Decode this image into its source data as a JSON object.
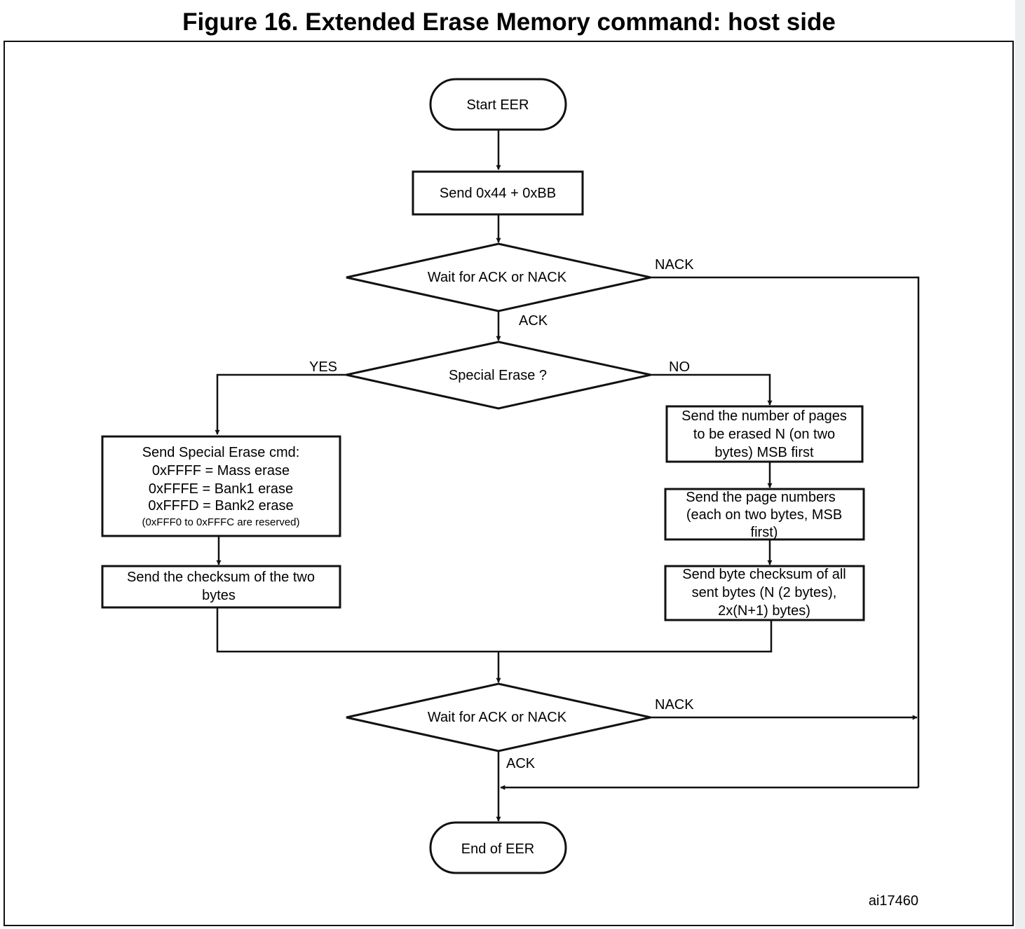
{
  "figure": {
    "title": "Figure 16. Extended Erase Memory command: host side",
    "id_label": "ai17460"
  },
  "nodes": {
    "start": "Start EER",
    "send_cmd": "Send 0x44 + 0xBB",
    "wait1": "Wait for ACK or NACK",
    "special": "Special Erase ?",
    "special_cmd": {
      "line1": "Send Special Erase cmd:",
      "line2": "0xFFFF = Mass erase",
      "line3": "0xFFFE = Bank1 erase",
      "line4": "0xFFFD = Bank2 erase",
      "line5": "(0xFFF0 to 0xFFFC are reserved)"
    },
    "checksum_two": {
      "line1": "Send the checksum of the two",
      "line2": "bytes"
    },
    "num_pages": {
      "line1": "Send the number of pages",
      "line2": "to be erased N (on two",
      "line3": "bytes) MSB first"
    },
    "page_numbers": {
      "line1": "Send the page numbers",
      "line2": "(each on two bytes, MSB",
      "line3": "first)"
    },
    "byte_checksum": {
      "line1": "Send byte checksum of all",
      "line2": "sent bytes (N (2 bytes),",
      "line3": "2x(N+1) bytes)"
    },
    "wait2": "Wait for ACK or NACK",
    "end": "End of EER"
  },
  "edges": {
    "nack1": "NACK",
    "ack1": "ACK",
    "yes": "YES",
    "no": "NO",
    "nack2": "NACK",
    "ack2": "ACK"
  }
}
